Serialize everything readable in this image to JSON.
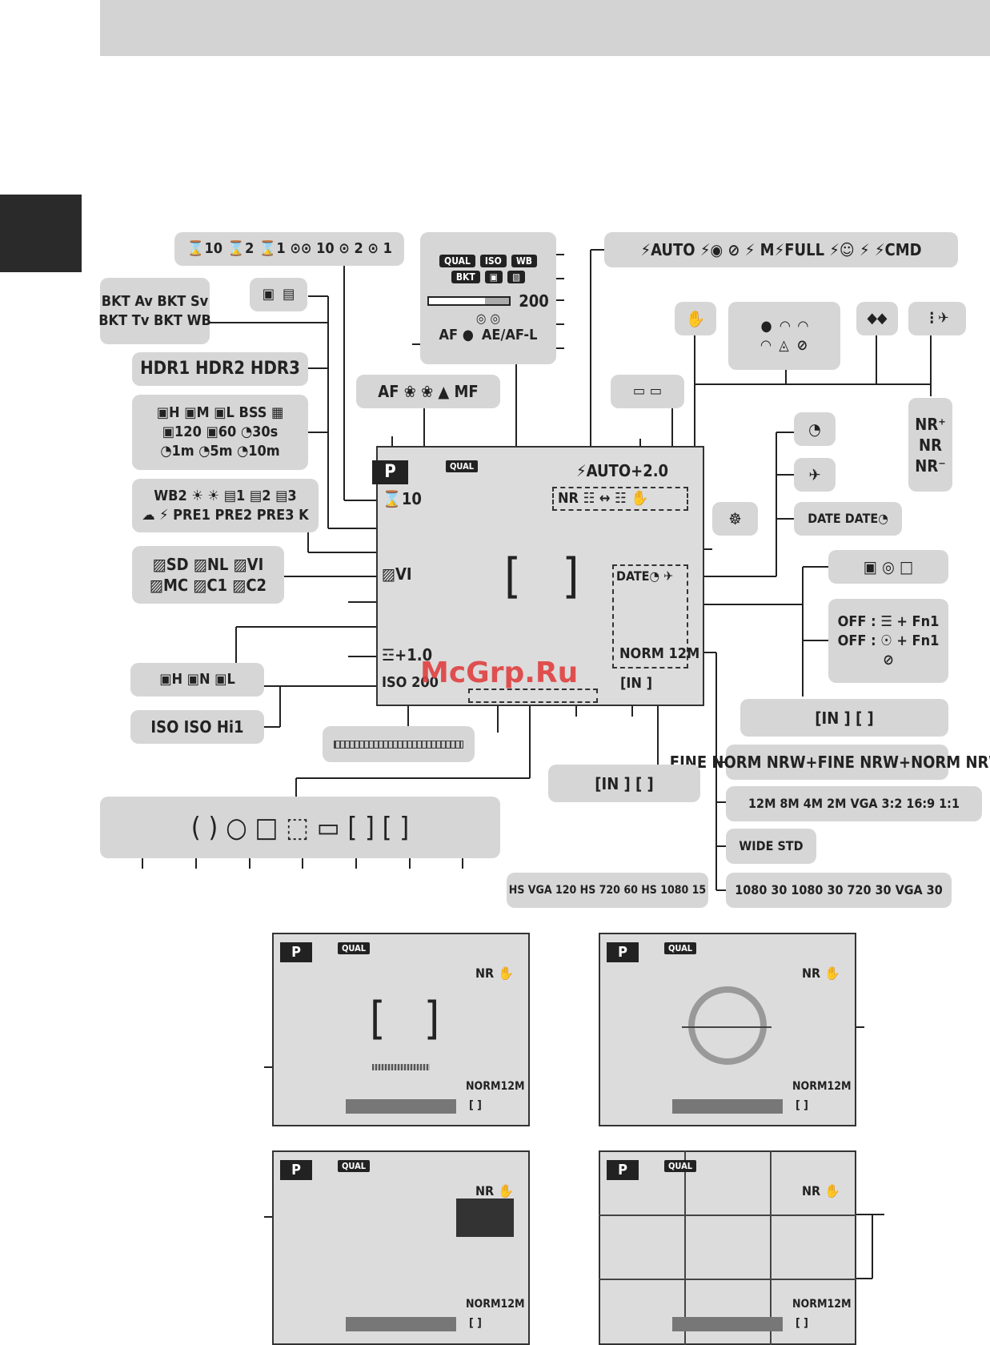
{
  "watermark": "McGrp.Ru",
  "top_boxes": {
    "self_timer": "⌛10 ⌛2 ⌛1 ⊙⊙ 10 ⊙ 2 ⊙ 1",
    "qual_menu": {
      "chips": [
        "QUAL",
        "ISO",
        "WB",
        "BKT",
        "▣",
        "▧"
      ],
      "zoom_value": "200",
      "af_label": "AF ●",
      "ae_label": "AE/AF-L"
    },
    "flash": "⚡AUTO ⚡◉ ⊘ ⚡ M⚡FULL ⚡☺ ⚡ ⚡CMD",
    "bkt_rows": [
      "BKT Av  BKT Sv",
      "BKT Tv  BKT WB"
    ],
    "hdr": "HDR1 HDR2 HDR3",
    "continuous_rows": [
      "▣H ▣M ▣L BSS ▦",
      "▣120 ▣60 ◔30s",
      "◔1m ◔5m ◔10m"
    ],
    "wb_rows": [
      "WB2 ☀ ☀ ▤1 ▤2 ▤3",
      "☁ ⚡ PRE1 PRE2 PRE3 K"
    ],
    "picture_control_rows": [
      "▨SD ▨NL ▨VI",
      "▨MC ▨C1 ▨C2"
    ],
    "dlighting": "▣H  ▣N  ▣L",
    "iso": "ISO  ISO  Hi1",
    "focus_mode": "AF ❀ ❀ ▲ MF",
    "battery": "▭ ▭",
    "nr_right": [
      "NR⁺",
      "NR",
      "NR⁻"
    ],
    "date_row": "DATE DATE◔",
    "metering": "▣ ◎ □",
    "fn_rows": [
      "OFF : ☰ + Fn1",
      "OFF : ☉ + Fn1",
      "⊘"
    ],
    "mem_brackets": "[IN ]  [ ]",
    "mem_brackets_small": "[IN ] [ ]",
    "quality": "FINE NORM NRW+FINE NRW+NORM NRW",
    "size": "12M 8M 4M 2M VGA 3:2 16:9 1:1",
    "wide": "WIDE STD",
    "movie": "1080 30 1080 30 720 30 VGA 30",
    "hs_movie": "HS VGA 120  HS 720 60  HS 1080 15"
  },
  "lcd_main": {
    "mode": "P",
    "qual": "QUAL",
    "flash": "⚡AUTO+2.0",
    "self_timer": "⌛10",
    "picture_control": "▨VI",
    "exposure_comp": "☲+1.0",
    "iso": "ISO 200",
    "nr_strip": "NR ☷ ↔ ☷ ✋",
    "date": "DATE◔ ✈",
    "norm": "NORM 12M",
    "mem": "[IN  ]"
  },
  "small_lcds": [
    {
      "mode": "P",
      "qual": "QUAL",
      "nr": "NR ✋",
      "norm": "NORM12M",
      "mem": "[  ]"
    },
    {
      "mode": "P",
      "qual": "QUAL",
      "nr": "NR ✋",
      "norm": "NORM12M",
      "mem": "[  ]"
    },
    {
      "mode": "P",
      "qual": "QUAL",
      "nr": "NR ✋",
      "norm": "NORM12M",
      "mem": "[  ]"
    },
    {
      "mode": "P",
      "qual": "QUAL",
      "nr": "NR ✋",
      "norm": "NORM12M",
      "mem": "[  ]"
    }
  ],
  "focus_frames": "(  )  ○  □  ⬚  ▭  [ ]  [  ]"
}
